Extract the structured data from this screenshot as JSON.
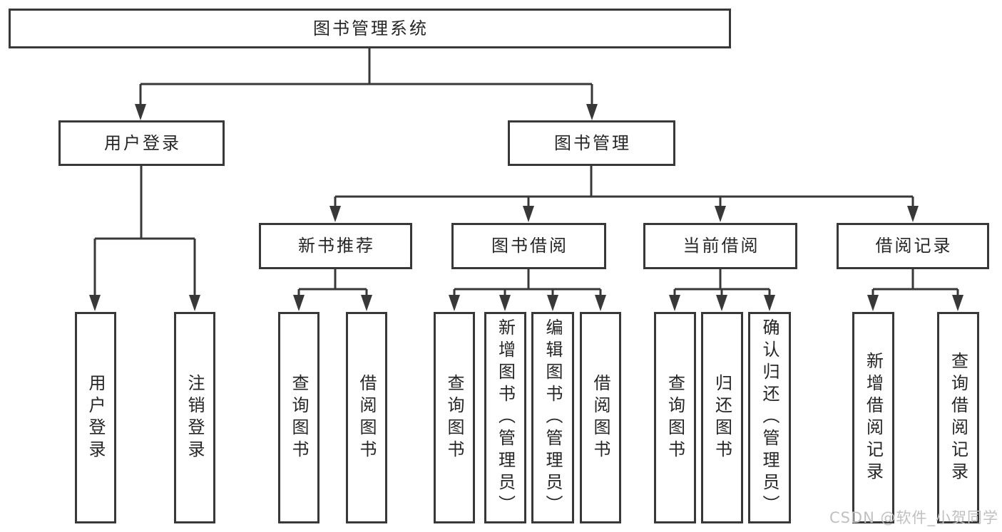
{
  "diagram": {
    "root": {
      "label": "图书管理系统",
      "children": [
        {
          "label": "用户登录",
          "children": [
            {
              "label": "用户登录"
            },
            {
              "label": "注销登录"
            }
          ]
        },
        {
          "label": "图书管理",
          "children": [
            {
              "label": "新书推荐",
              "children": [
                {
                  "label": "查询图书"
                },
                {
                  "label": "借阅图书"
                }
              ]
            },
            {
              "label": "图书借阅",
              "children": [
                {
                  "label": "查询图书"
                },
                {
                  "label": "新增图书（管理员）"
                },
                {
                  "label": "编辑图书（管理员）"
                },
                {
                  "label": "借阅图书"
                }
              ]
            },
            {
              "label": "当前借阅",
              "children": [
                {
                  "label": "查询图书"
                },
                {
                  "label": "归还图书"
                },
                {
                  "label": "确认归还（管理员）"
                }
              ]
            },
            {
              "label": "借阅记录",
              "children": [
                {
                  "label": "新增借阅记录"
                },
                {
                  "label": "查询借阅记录"
                }
              ]
            }
          ]
        }
      ]
    }
  },
  "watermark": {
    "text": "CSDN @软件_小贺同学"
  },
  "colors": {
    "line": "#383838",
    "text": "#262626",
    "watermark": "#c0c0c0",
    "background": "#ffffff"
  }
}
